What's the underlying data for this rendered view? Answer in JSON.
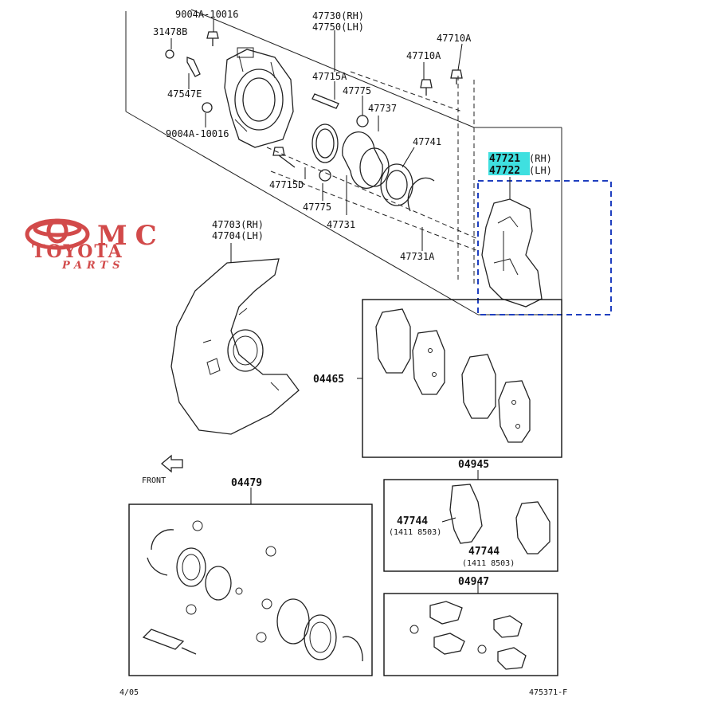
{
  "logo": {
    "mark": "TOYOTA",
    "text": "MC",
    "brand": "TOYOTA",
    "sub": "PARTS",
    "color": "#d24a4a"
  },
  "highlight_color": "#3fe0e0",
  "selection_color": "#1f3fbf",
  "labels": {
    "l_9004a_top": "9004A-10016",
    "l_31478b": "31478B",
    "l_47547e": "47547E",
    "l_9004a_bot": "9004A-10016",
    "l_47730": "47730(RH)",
    "l_47750": "47750(LH)",
    "l_47715a": "47715A",
    "l_47775_top": "47775",
    "l_47737": "47737",
    "l_47741": "47741",
    "l_47710a_1": "47710A",
    "l_47710a_2": "47710A",
    "l_47721_num": "47721",
    "l_47721_side": "(RH)",
    "l_47722_num": "47722",
    "l_47722_side": "(LH)",
    "l_47715d": "47715D",
    "l_47775_bot": "47775",
    "l_47731": "47731",
    "l_47731a": "47731A",
    "l_47703": "47703(RH)",
    "l_47704": "47704(LH)",
    "l_04465": "04465",
    "l_04945": "04945",
    "l_47744_1": "47744",
    "l_47744_1_sub": "(1411  8503)",
    "l_47744_2": "47744",
    "l_47744_2_sub": "(1411  8503)",
    "l_04947": "04947",
    "l_front": "FRONT",
    "l_04479": "04479",
    "l_date": "4/05",
    "l_fig": "475371-F"
  }
}
